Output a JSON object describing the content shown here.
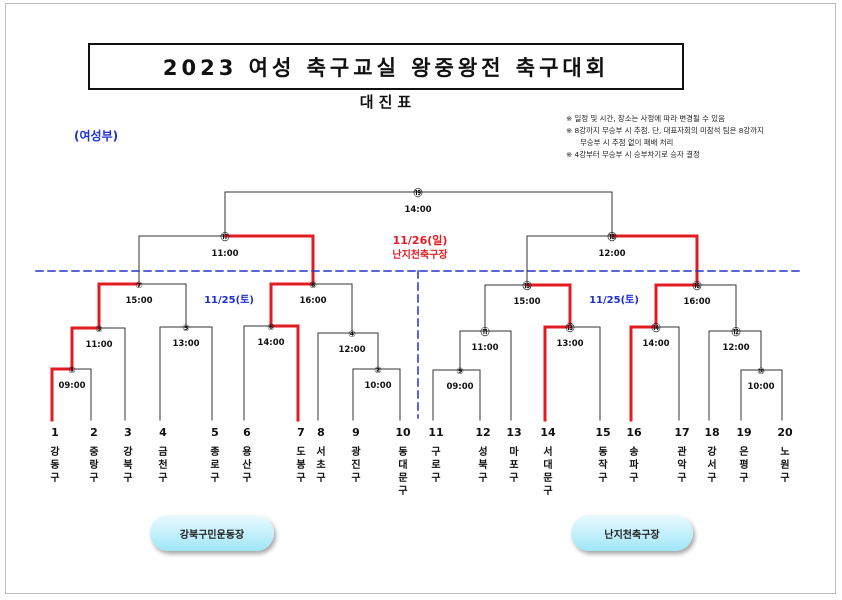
{
  "title": "2023 여성 축구교실 왕중왕전 축구대회",
  "subtitle": "대진표",
  "division": "(여성부)",
  "notes": [
    "※ 일정 및 시간, 장소는 사정에 따라 변경될 수 있음",
    "※ 8강까지 무승부 시 추첨. 단, 대표자회의 미참석 팀은 8강까지",
    "무승부 시 추첨 없이 패배 처리",
    "※ 4강부터 무승부 시 승부차기로 승자 결정"
  ],
  "final_day": {
    "date": "11/26(일)",
    "venue": "난지천축구장"
  },
  "day1_labels": [
    "11/25(토)",
    "11/25(토)"
  ],
  "venues": [
    "강북구민운동장",
    "난지천축구장"
  ],
  "colors": {
    "win": "#e31b23",
    "line": "#333333",
    "dash": "#2233cc",
    "blue_text": "#1f2fd1",
    "red_text": "#e31b23"
  },
  "teams": [
    {
      "num": "1",
      "name": "강동구"
    },
    {
      "num": "2",
      "name": "중랑구"
    },
    {
      "num": "3",
      "name": "강북구"
    },
    {
      "num": "4",
      "name": "금천구"
    },
    {
      "num": "5",
      "name": "종로구"
    },
    {
      "num": "6",
      "name": "용산구"
    },
    {
      "num": "7",
      "name": "도봉구"
    },
    {
      "num": "8",
      "name": "서초구"
    },
    {
      "num": "9",
      "name": "광진구"
    },
    {
      "num": "10",
      "name": "동대문구"
    },
    {
      "num": "11",
      "name": "구로구"
    },
    {
      "num": "12",
      "name": "성북구"
    },
    {
      "num": "13",
      "name": "마포구"
    },
    {
      "num": "14",
      "name": "서대문구"
    },
    {
      "num": "15",
      "name": "동작구"
    },
    {
      "num": "16",
      "name": "송파구"
    },
    {
      "num": "17",
      "name": "관악구"
    },
    {
      "num": "18",
      "name": "강서구"
    },
    {
      "num": "19",
      "name": "은평구"
    },
    {
      "num": "20",
      "name": "노원구"
    }
  ],
  "matches": [
    {
      "id": "1",
      "label": "①",
      "time": "09:00",
      "left": "t1",
      "right": "t2",
      "winner": "left"
    },
    {
      "id": "2",
      "label": "②",
      "time": "10:00",
      "left": "t9",
      "right": "t10",
      "winner": ""
    },
    {
      "id": "3",
      "label": "③",
      "time": "11:00",
      "left": "m1",
      "right": "t3",
      "winner": "left"
    },
    {
      "id": "4",
      "label": "④",
      "time": "12:00",
      "left": "t8",
      "right": "m2",
      "winner": ""
    },
    {
      "id": "5",
      "label": "⑤",
      "time": "13:00",
      "left": "t4",
      "right": "t5",
      "winner": ""
    },
    {
      "id": "6",
      "label": "⑥",
      "time": "14:00",
      "left": "t6",
      "right": "t7",
      "winner": "right"
    },
    {
      "id": "7",
      "label": "⑦",
      "time": "15:00",
      "left": "m3",
      "right": "m5",
      "winner": "left"
    },
    {
      "id": "8",
      "label": "⑧",
      "time": "16:00",
      "left": "m6",
      "right": "m4",
      "winner": "left"
    },
    {
      "id": "9",
      "label": "⑨",
      "time": "09:00",
      "left": "t11",
      "right": "t12",
      "winner": ""
    },
    {
      "id": "10",
      "label": "⑩",
      "time": "10:00",
      "left": "t19",
      "right": "t20",
      "winner": ""
    },
    {
      "id": "11",
      "label": "⑪",
      "time": "11:00",
      "left": "m9",
      "right": "t13",
      "winner": ""
    },
    {
      "id": "12",
      "label": "⑫",
      "time": "12:00",
      "left": "t18",
      "right": "m10",
      "winner": ""
    },
    {
      "id": "13",
      "label": "⑬",
      "time": "13:00",
      "left": "t14",
      "right": "t15",
      "winner": "left"
    },
    {
      "id": "14",
      "label": "⑭",
      "time": "14:00",
      "left": "t16",
      "right": "t17",
      "winner": "left"
    },
    {
      "id": "15",
      "label": "⑮",
      "time": "15:00",
      "left": "m11",
      "right": "m13",
      "winner": "right"
    },
    {
      "id": "16",
      "label": "⑯",
      "time": "16:00",
      "left": "m14",
      "right": "m12",
      "winner": "left"
    },
    {
      "id": "17",
      "label": "⑰",
      "time": "11:00",
      "left": "m7",
      "right": "m8",
      "winner": "right"
    },
    {
      "id": "18",
      "label": "⑱",
      "time": "12:00",
      "left": "m15",
      "right": "m16",
      "winner": "right"
    },
    {
      "id": "19",
      "label": "⑲",
      "time": "14:00",
      "left": "m17",
      "right": "m18",
      "winner": ""
    }
  ]
}
